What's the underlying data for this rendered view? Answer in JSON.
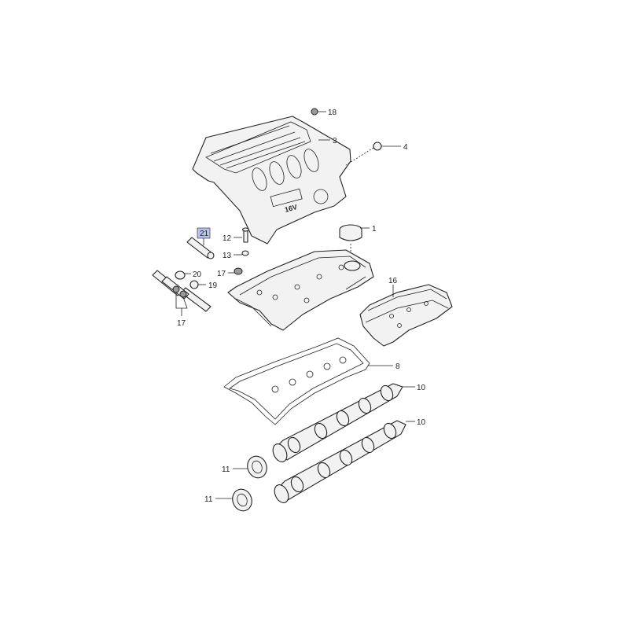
{
  "colors": {
    "line": "#222222",
    "part_fill": "#f2f2f2",
    "highlight": "#b9c3e6"
  },
  "callouts": {
    "c1": "1",
    "c3": "3",
    "c4": "4",
    "c8": "8",
    "c10a": "10",
    "c10b": "10",
    "c11a": "11",
    "c11b": "11",
    "c12": "12",
    "c13": "13",
    "c16": "16",
    "c17a": "17",
    "c17b": "17",
    "c18": "18",
    "c19": "19",
    "c20": "20",
    "c21": "21"
  },
  "cover_badge": "16V"
}
